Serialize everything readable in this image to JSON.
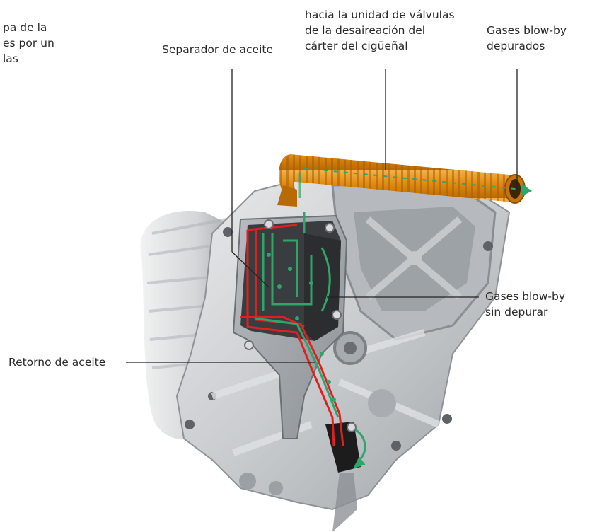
{
  "fragment": {
    "lines": [
      "pa de la",
      "es por un",
      "las"
    ]
  },
  "labels": {
    "oil_separator": "Separador de aceite",
    "valve_unit": {
      "lines": [
        "hacia la unidad de válvulas",
        "de la desaireación del",
        "cárter del cigüeñal"
      ]
    },
    "blowby_clean": {
      "lines": [
        "Gases blow-by",
        "depurados"
      ]
    },
    "blowby_raw": {
      "lines": [
        "Gases blow-by",
        "sin depurar"
      ]
    },
    "oil_return": "Retorno de aceite"
  },
  "colors": {
    "hose": "#e8941a",
    "flow_arrow": "#2fa56c",
    "oil_path": "#e02020",
    "housing": "#cfd2d4"
  }
}
